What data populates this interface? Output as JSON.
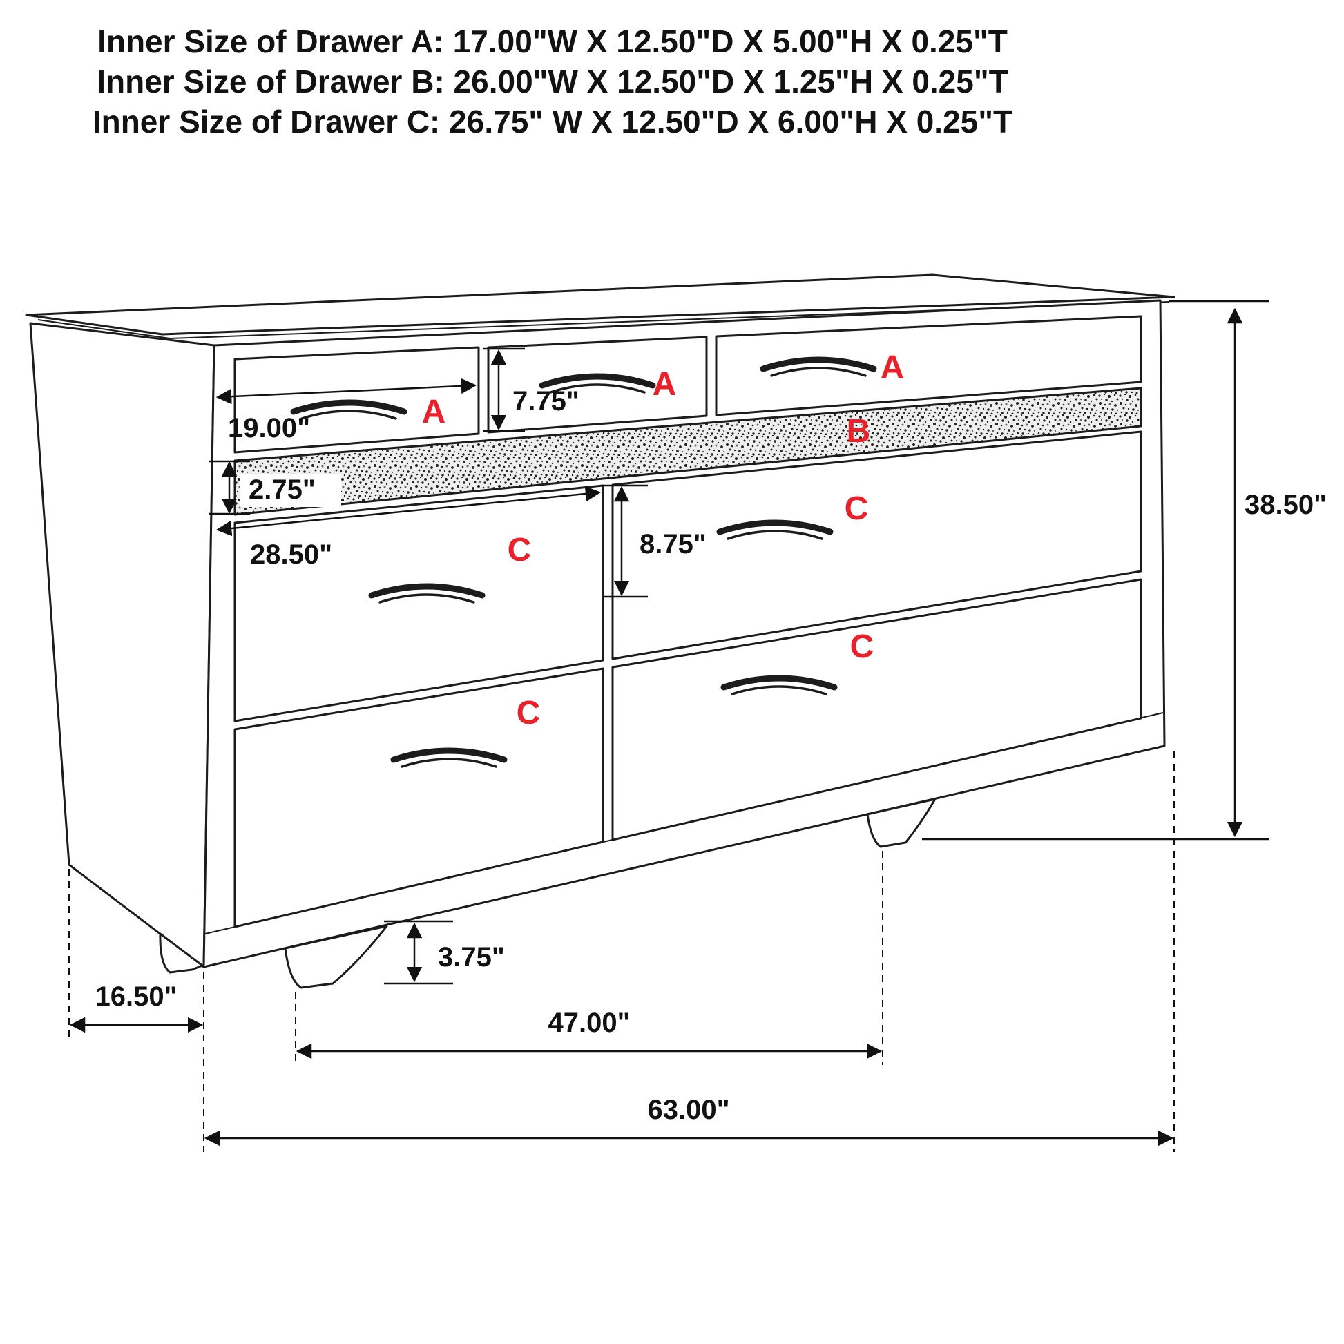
{
  "title": "Dresser dimension diagram",
  "header": {
    "line1": "Inner Size of Drawer A: 17.00\"W X 12.50\"D X 5.00\"H X 0.25\"T",
    "line2": "Inner Size of Drawer B: 26.00\"W X 12.50\"D X 1.25\"H X 0.25\"T",
    "line3": "Inner Size of Drawer C: 26.75\" W X 12.50\"D X 6.00\"H X 0.25\"T"
  },
  "diagram": {
    "drawers": {
      "a1": {
        "label": "A"
      },
      "a2": {
        "label": "A"
      },
      "a3": {
        "label": "A"
      },
      "b": {
        "label": "B"
      },
      "c_top_left": {
        "label": "C"
      },
      "c_top_right": {
        "label": "C"
      },
      "c_bottom_left": {
        "label": "C"
      },
      "c_bottom_right": {
        "label": "C"
      }
    },
    "dimensions": {
      "drawer_a_width": "19.00\"",
      "drawer_a_front_height": "7.75\"",
      "drawer_b_front_height": "2.75\"",
      "drawer_c_width": "28.50\"",
      "drawer_c_front_height": "8.75\"",
      "overall_height": "38.50\"",
      "leg_height": "3.75\"",
      "overall_depth": "16.50\"",
      "leg_spacing": "47.00\"",
      "overall_width": "63.00\""
    },
    "colors": {
      "label_red": "#e8212a",
      "line_black": "#1c1c1c"
    }
  }
}
